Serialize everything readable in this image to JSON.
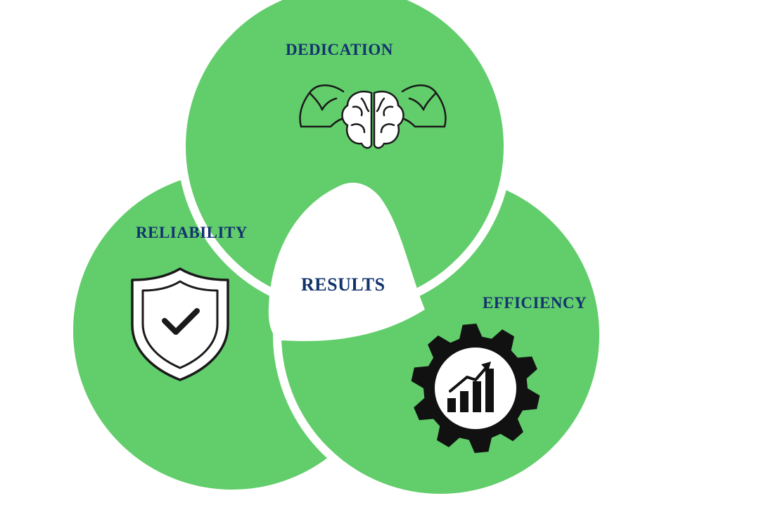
{
  "colors": {
    "circle_fill": "#62cd6b",
    "circle_border": "#ffffff",
    "label_text": "#12336e",
    "icon_stroke": "#1a1a1a"
  },
  "segments": [
    {
      "id": "dedication",
      "label": "DEDICATION",
      "icon": "strong-brain-icon"
    },
    {
      "id": "reliability",
      "label": "RELIABILITY",
      "icon": "shield-check-icon"
    },
    {
      "id": "efficiency",
      "label": "EFFICIENCY",
      "icon": "gear-growth-chart-icon"
    }
  ],
  "center": {
    "label": "RESULTS"
  }
}
